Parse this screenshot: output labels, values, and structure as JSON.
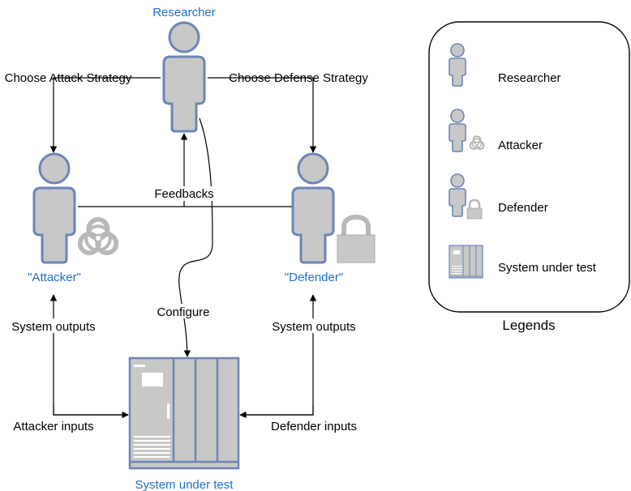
{
  "actors": {
    "researcher": "Researcher",
    "attacker": "\"Attacker\"",
    "defender": "\"Defender\"",
    "system": "System under test"
  },
  "edges": {
    "choose_attack": "Choose Attack Strategy",
    "choose_defense": "Choose Defense Strategy",
    "feedbacks": "Feedbacks",
    "configure": "Configure",
    "attacker_outputs": "System outputs",
    "defender_outputs": "System outputs",
    "attacker_inputs": "Attacker inputs",
    "defender_inputs": "Defender inputs"
  },
  "legend": {
    "title": "Legends",
    "items": [
      {
        "label": "Researcher",
        "icon": "person-icon"
      },
      {
        "label": "Attacker",
        "icon": "biohazard-icon"
      },
      {
        "label": "Defender",
        "icon": "padlock-icon"
      },
      {
        "label": "System under test",
        "icon": "server-rack-icon"
      }
    ]
  },
  "colors": {
    "actor_label": "#1f6fc9",
    "figure_fill": "#c8c8c8",
    "figure_stroke": "#6c85b8"
  }
}
